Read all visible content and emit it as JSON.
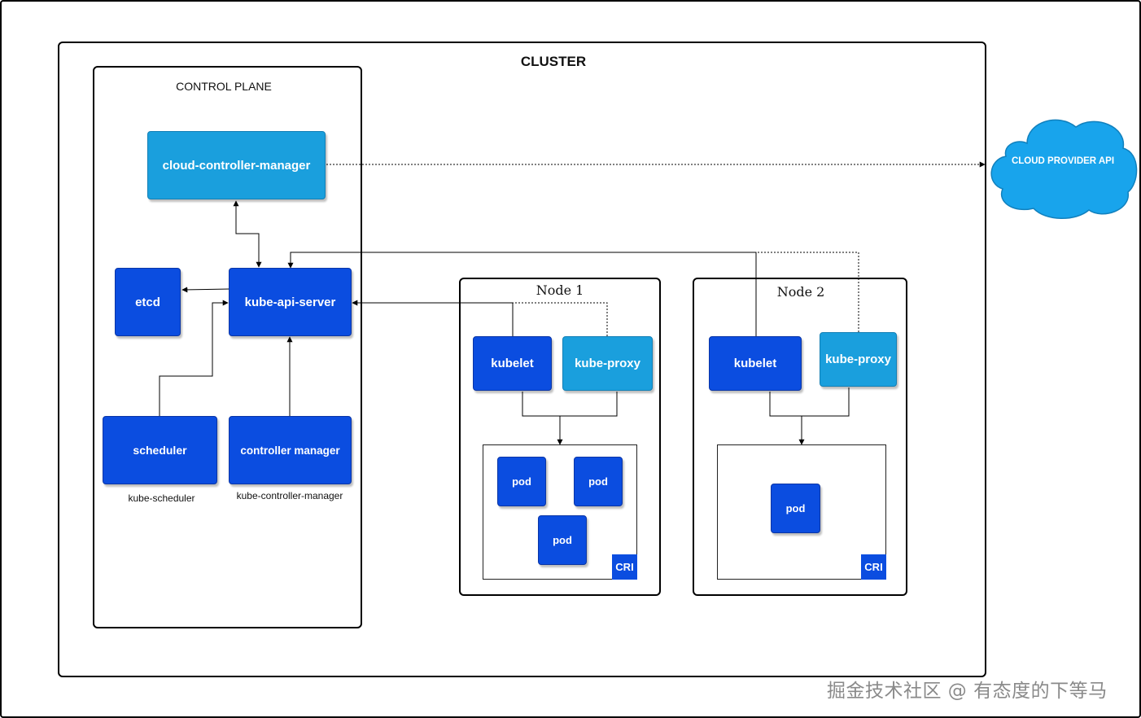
{
  "cluster": {
    "title": "CLUSTER"
  },
  "control_plane": {
    "title": "CONTROL PLANE",
    "cloud_controller_manager": "cloud-controller-manager",
    "etcd": "etcd",
    "kube_api_server": "kube-api-server",
    "scheduler": "scheduler",
    "scheduler_caption": "kube-scheduler",
    "controller_manager": "controller manager",
    "controller_manager_caption": "kube-controller-manager"
  },
  "cloud_provider": {
    "label": "CLOUD PROVIDER API"
  },
  "nodes": [
    {
      "title": "Node 1",
      "kubelet": "kubelet",
      "kube_proxy": "kube-proxy",
      "pods": [
        "pod",
        "pod",
        "pod"
      ],
      "cri": "CRI"
    },
    {
      "title": "Node 2",
      "kubelet": "kubelet",
      "kube_proxy": "kube-proxy",
      "pods": [
        "pod"
      ],
      "cri": "CRI"
    }
  ],
  "watermark": "掘金技术社区 @ 有态度的下等马",
  "colors": {
    "dark_blue": "#0b4de0",
    "light_blue": "#1a9fdd",
    "cloud_blue": "#18a4ec",
    "line": "#000000"
  }
}
